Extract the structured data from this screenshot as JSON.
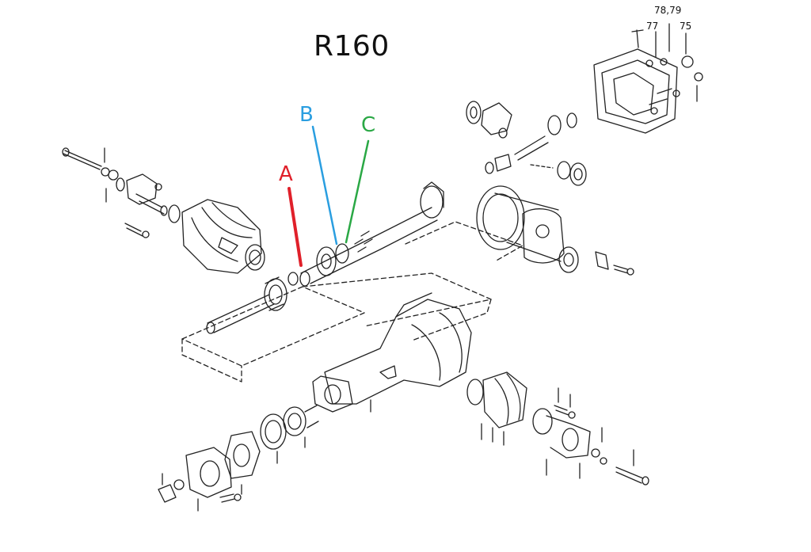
{
  "diagram": {
    "title": "R160",
    "callouts": [
      {
        "id": "A",
        "label": "A",
        "color": "#e0202a"
      },
      {
        "id": "B",
        "label": "B",
        "color": "#2a9ee0"
      },
      {
        "id": "C",
        "label": "C",
        "color": "#2aa845"
      }
    ],
    "part_numbers": [
      {
        "label": "78,79"
      },
      {
        "label": "77"
      },
      {
        "label": "75"
      }
    ],
    "line_color": "#222222"
  }
}
